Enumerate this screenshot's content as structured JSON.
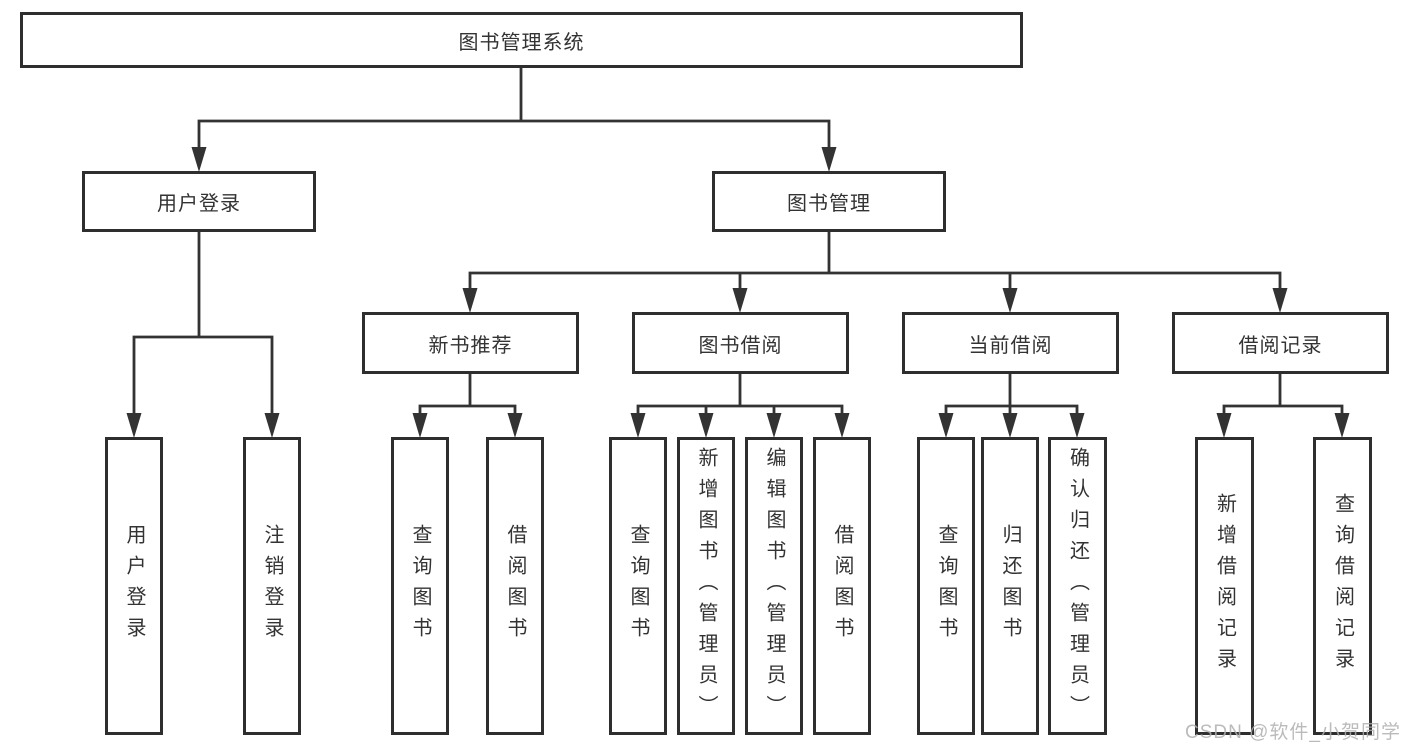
{
  "diagram_title": "图书管理系统",
  "nodes": {
    "root": "图书管理系统",
    "user_login": "用户登录",
    "book_mgmt": "图书管理",
    "new_book_rec": "新书推荐",
    "book_borrow": "图书借阅",
    "current_borrow": "当前借阅",
    "borrow_records": "借阅记录",
    "ul_login": "用户登录",
    "ul_logout": "注销登录",
    "nbr_query": "查询图书",
    "nbr_borrow": "借阅图书",
    "bb_query": "查询图书",
    "bb_add": "新增图书（管理员）",
    "bb_edit": "编辑图书（管理员）",
    "bb_borrow": "借阅图书",
    "cb_query": "查询图书",
    "cb_return": "归还图书",
    "cb_confirm": "确认归还（管理员）",
    "br_add": "新增借阅记录",
    "br_query": "查询借阅记录"
  },
  "watermark": "CSDN @软件_小贺同学",
  "colors": {
    "line": "#333333",
    "box_border": "#2e2e2e",
    "text": "#333333",
    "watermark": "#b0b0b0",
    "background": "#ffffff"
  }
}
